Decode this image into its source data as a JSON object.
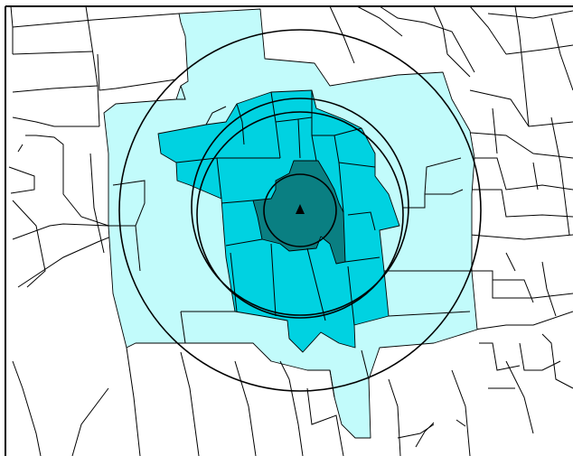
{
  "map": {
    "colors": {
      "background": "#ffffff",
      "lines": "#000000",
      "outer_zone": "#c2fbfb",
      "middle_zone": "#00d2e1",
      "inner_zone": "#0a7f82",
      "center_marker": "#000000"
    },
    "legend": [],
    "rings": [
      {
        "id": "inner",
        "label": ""
      },
      {
        "id": "middle-a",
        "label": ""
      },
      {
        "id": "middle-b",
        "label": ""
      },
      {
        "id": "outer",
        "label": ""
      }
    ],
    "center_marker": {
      "icon": "triangle-marker-icon",
      "label": ""
    }
  }
}
